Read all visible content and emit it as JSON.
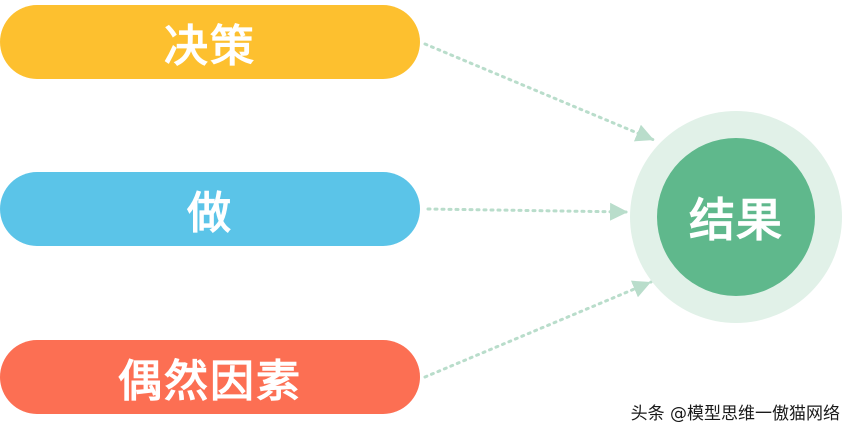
{
  "inputs": [
    {
      "label": "决策",
      "color": "#FDC02F"
    },
    {
      "label": "做",
      "color": "#5BC4E8"
    },
    {
      "label": "偶然因素",
      "color": "#FC6F53"
    }
  ],
  "result": {
    "label": "结果",
    "core_color": "#5FB88C",
    "halo_color": "#E1F1E8"
  },
  "connector": {
    "color": "#B9DDCB",
    "style": "dotted",
    "arrow": "arrowhead-icon"
  },
  "watermark": "头条 @模型思维一傲猫网络"
}
